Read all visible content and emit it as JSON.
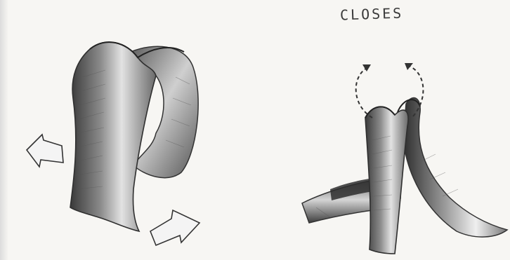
{
  "caption": {
    "text": "CLOSES"
  },
  "figures": [
    {
      "subject": "open-curled-surface",
      "icons": [
        "arrow-left-icon",
        "arrow-right-icon"
      ]
    },
    {
      "subject": "crossed-closing-surface",
      "icons": [
        "curved-dashed-arrow-left-icon",
        "curved-dashed-arrow-right-icon"
      ]
    }
  ],
  "colors": {
    "ink": "#3a3a3a",
    "paper": "#f7f6f3",
    "shade_dark": "#2e2e2e",
    "shade_light": "#d9d9d9"
  }
}
